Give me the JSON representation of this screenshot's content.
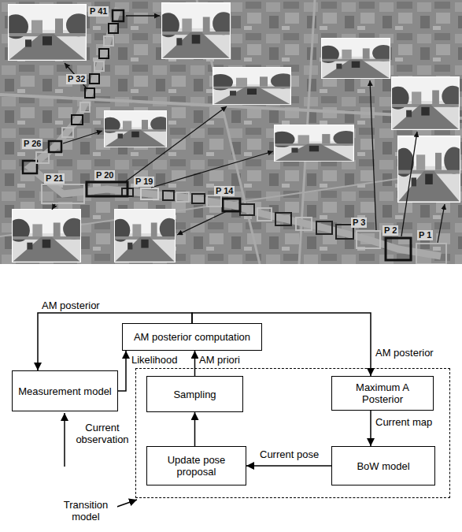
{
  "diagram": {
    "nodes": [
      {
        "text": [
          "AM posterior computation"
        ]
      },
      {
        "text": [
          "Measurement model"
        ]
      },
      {
        "text": [
          "Transition model"
        ]
      },
      {
        "text": [
          "Sampling"
        ],
        "in": 2
      },
      {
        "text": [
          "Maximum A Posterior"
        ],
        "in": 2
      },
      {
        "text": [
          "Update pose proposal"
        ],
        "in": 2
      },
      {
        "text": [
          "BoW model"
        ],
        "in": 2
      }
    ],
    "edges": [
      {
        "from": 0,
        "to": 1,
        "arrow": "to",
        "label": "AM posterior"
      },
      {
        "from": 0,
        "to": 4,
        "arrow": "to",
        "label": "AM posterior"
      },
      {
        "from": 1,
        "to": 0,
        "arrow": "to",
        "label": "Likelihood"
      },
      {
        "from": 3,
        "to": 0,
        "arrow": "to",
        "label": "AM priori"
      },
      {
        "from": 4,
        "to": 6,
        "arrow": "to",
        "label": "Current map"
      },
      {
        "from": 6,
        "to": 5,
        "arrow": "to",
        "label": "Current pose"
      },
      {
        "from": 5,
        "to": 3,
        "arrow": "to"
      }
    ],
    "labels": [
      "P 41",
      "P 32",
      "P 26",
      "P 21",
      "P 20",
      "P 19",
      "P 14",
      "P 3",
      "P 2",
      "P 1",
      "Current observation"
    ]
  }
}
